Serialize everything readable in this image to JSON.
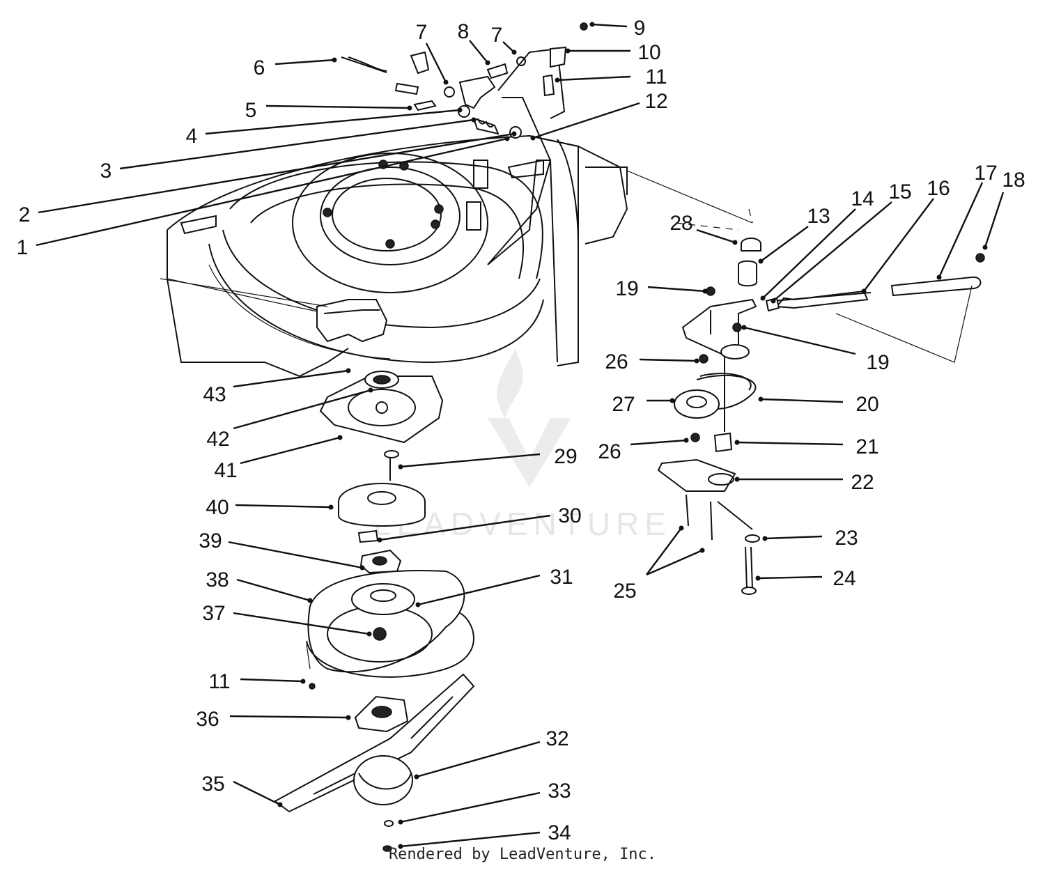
{
  "diagram": {
    "watermark": "LEADVENTURE",
    "credit": "Rendered by LeadVenture, Inc.",
    "callouts": [
      {
        "id": "c1",
        "label": "1"
      },
      {
        "id": "c2",
        "label": "2"
      },
      {
        "id": "c3",
        "label": "3"
      },
      {
        "id": "c4",
        "label": "4"
      },
      {
        "id": "c5",
        "label": "5"
      },
      {
        "id": "c6",
        "label": "6"
      },
      {
        "id": "c7a",
        "label": "7"
      },
      {
        "id": "c7b",
        "label": "7"
      },
      {
        "id": "c8",
        "label": "8"
      },
      {
        "id": "c9",
        "label": "9"
      },
      {
        "id": "c10",
        "label": "10"
      },
      {
        "id": "c11a",
        "label": "11"
      },
      {
        "id": "c12",
        "label": "12"
      },
      {
        "id": "c13",
        "label": "13"
      },
      {
        "id": "c14",
        "label": "14"
      },
      {
        "id": "c15",
        "label": "15"
      },
      {
        "id": "c16",
        "label": "16"
      },
      {
        "id": "c17",
        "label": "17"
      },
      {
        "id": "c18",
        "label": "18"
      },
      {
        "id": "c19a",
        "label": "19"
      },
      {
        "id": "c19b",
        "label": "19"
      },
      {
        "id": "c20",
        "label": "20"
      },
      {
        "id": "c21",
        "label": "21"
      },
      {
        "id": "c22",
        "label": "22"
      },
      {
        "id": "c23",
        "label": "23"
      },
      {
        "id": "c24",
        "label": "24"
      },
      {
        "id": "c25",
        "label": "25"
      },
      {
        "id": "c26a",
        "label": "26"
      },
      {
        "id": "c26b",
        "label": "26"
      },
      {
        "id": "c27",
        "label": "27"
      },
      {
        "id": "c28",
        "label": "28"
      },
      {
        "id": "c29",
        "label": "29"
      },
      {
        "id": "c30",
        "label": "30"
      },
      {
        "id": "c31",
        "label": "31"
      },
      {
        "id": "c32",
        "label": "32"
      },
      {
        "id": "c33",
        "label": "33"
      },
      {
        "id": "c34",
        "label": "34"
      },
      {
        "id": "c35",
        "label": "35"
      },
      {
        "id": "c36",
        "label": "36"
      },
      {
        "id": "c37",
        "label": "37"
      },
      {
        "id": "c38",
        "label": "38"
      },
      {
        "id": "c39",
        "label": "39"
      },
      {
        "id": "c40",
        "label": "40"
      },
      {
        "id": "c41",
        "label": "41"
      },
      {
        "id": "c42",
        "label": "42"
      },
      {
        "id": "c43",
        "label": "43"
      },
      {
        "id": "c11b",
        "label": "11"
      }
    ]
  }
}
